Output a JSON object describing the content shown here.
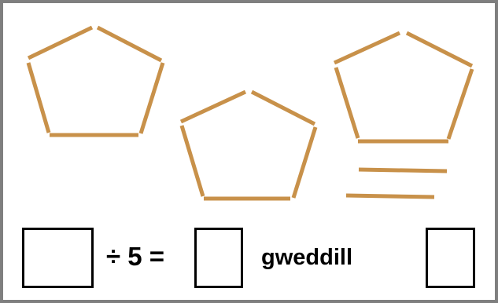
{
  "equation": {
    "operator_text": "÷ 5 =",
    "remainder_label": "gweddill"
  },
  "colors": {
    "stick": "#c8914a",
    "border": "#7f7f7f",
    "box_border": "#000000"
  },
  "sticks": {
    "complete_pentagons": 3,
    "sticks_per_pentagon": 5,
    "leftover_sticks": 2
  }
}
